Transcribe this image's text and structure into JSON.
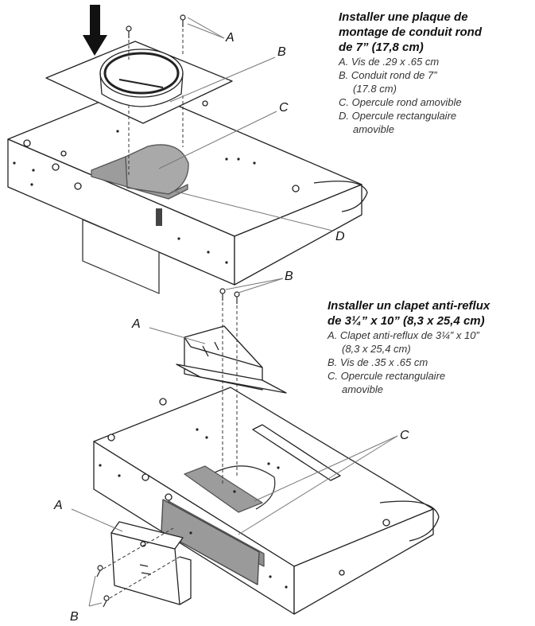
{
  "top": {
    "title_lines": [
      "Installer une plaque de",
      "montage de conduit rond",
      "de 7” (17,8 cm)"
    ],
    "items": [
      {
        "text": "A. Vis de .29 x .65 cm"
      },
      {
        "text": "B. Conduit rond de 7”"
      },
      {
        "text": "(17.8 cm)",
        "cont": true
      },
      {
        "text": "C. Opercule rond amovible"
      },
      {
        "text": "D. Opercule rectangulaire"
      },
      {
        "text": "amovible",
        "cont": true
      }
    ],
    "callouts": {
      "a": "A",
      "b": "B",
      "c": "C",
      "d": "D"
    }
  },
  "bottom": {
    "title_lines": [
      "Installer un clapet anti-reflux",
      "de 3¼” x 10” (8,3 x 25,4 cm)"
    ],
    "items": [
      {
        "text": "A. Clapet anti-reflux de 3¼” x 10”"
      },
      {
        "text": "(8,3 x 25,4 cm)",
        "cont": true
      },
      {
        "text": "B. Vis de .35 x .65 cm"
      },
      {
        "text": "C. Opercule rectangulaire"
      },
      {
        "text": "amovible",
        "cont": true
      }
    ],
    "callouts": {
      "b_top": "B",
      "a_top": "A",
      "c": "C",
      "a_left": "A",
      "b_left": "B"
    }
  }
}
